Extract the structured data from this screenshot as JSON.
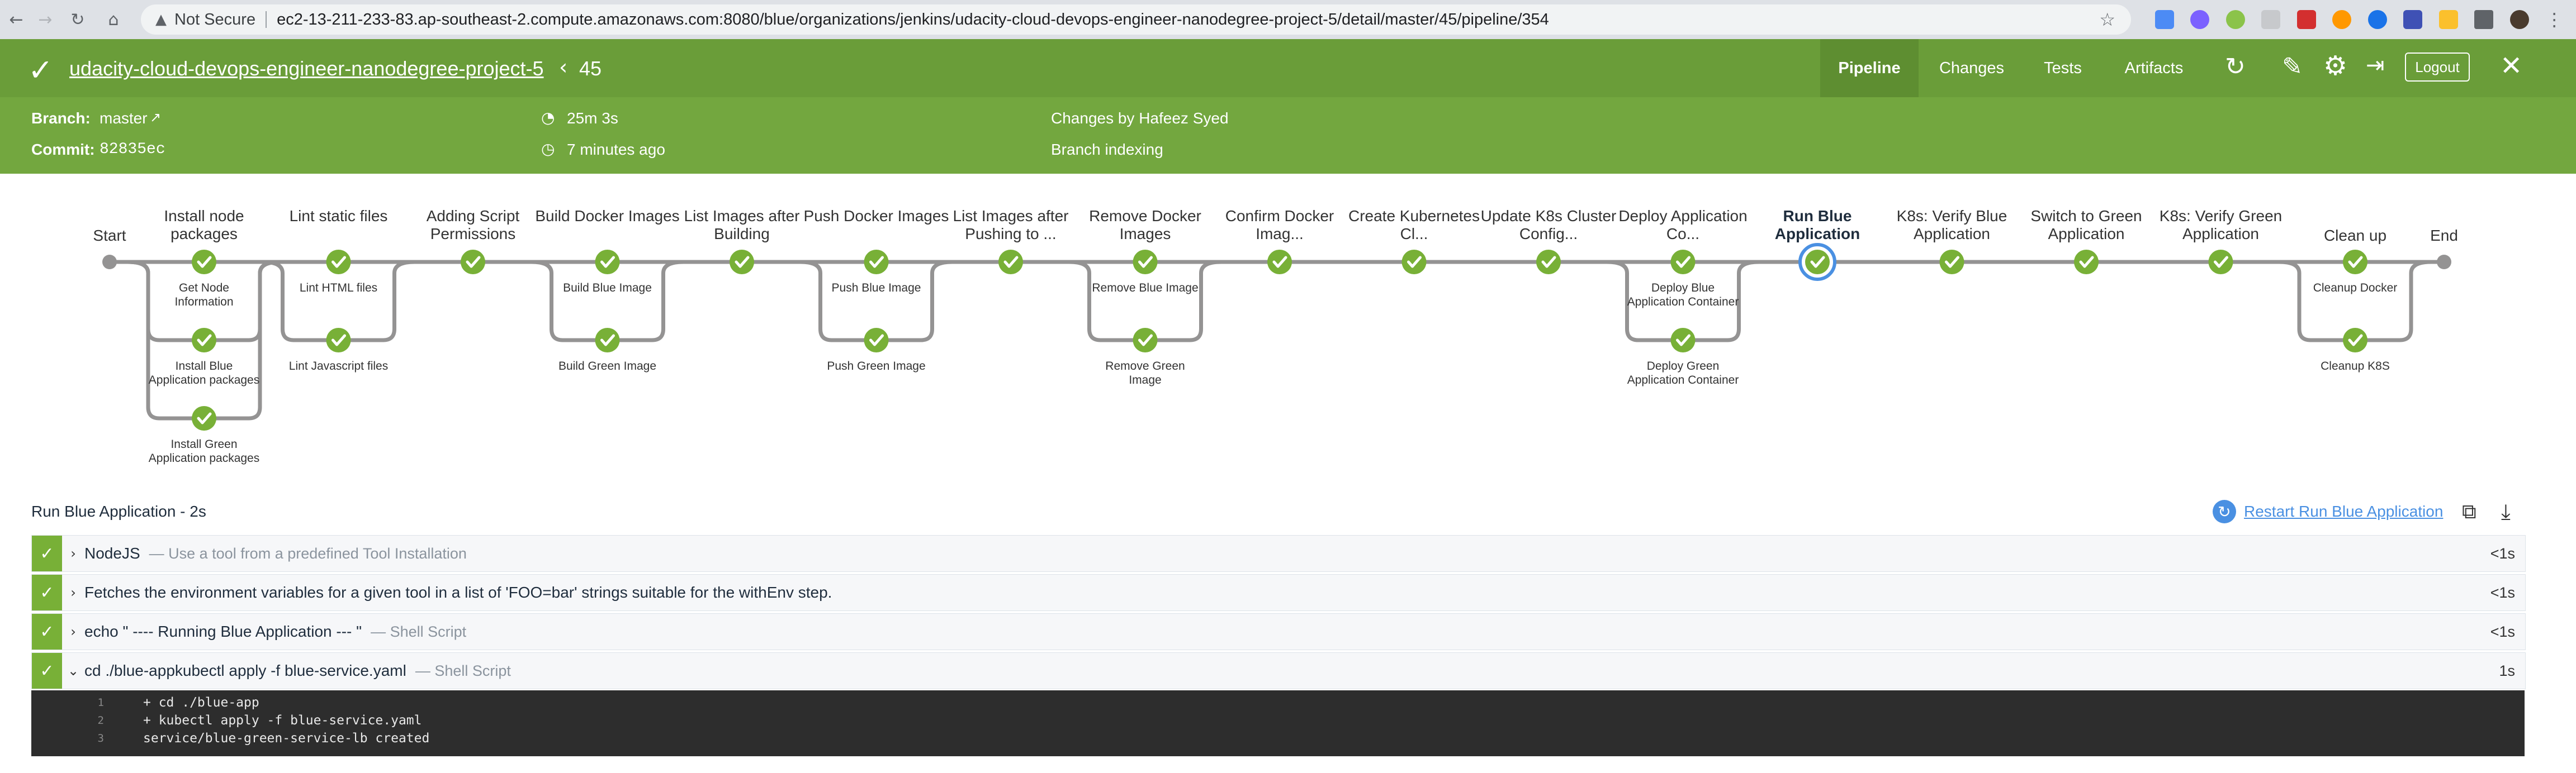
{
  "browser": {
    "security": "Not Secure",
    "url": "ec2-13-211-233-83.ap-southeast-2.compute.amazonaws.com:8080/blue/organizations/jenkins/udacity-cloud-devops-engineer-nanodegree-project-5/detail/master/45/pipeline/354"
  },
  "header": {
    "pipeline_name": "udacity-cloud-devops-engineer-nanodegree-project-5",
    "run_number": "45",
    "tabs": [
      "Pipeline",
      "Changes",
      "Tests",
      "Artifacts"
    ],
    "logout": "Logout"
  },
  "run_info": {
    "branch_label": "Branch:",
    "branch": "master",
    "commit_label": "Commit:",
    "commit": "82835ec",
    "duration": "25m 3s",
    "time_ago": "7 minutes ago",
    "changes": "Changes by Hafeez Syed",
    "cause": "Branch indexing"
  },
  "graph": {
    "start": "Start",
    "end": "End",
    "stages": [
      {
        "label": "Install node packages",
        "subs": [
          "Get Node Information",
          "Install Blue Application packages",
          "Install Green Application packages"
        ]
      },
      {
        "label": "Lint static files",
        "subs": [
          "Lint HTML files",
          "Lint Javascript files"
        ]
      },
      {
        "label": "Adding Script Permissions",
        "subs": []
      },
      {
        "label": "Build Docker Images",
        "subs": [
          "Build Blue Image",
          "Build Green Image"
        ]
      },
      {
        "label": "List Images after Building",
        "subs": []
      },
      {
        "label": "Push Docker Images",
        "subs": [
          "Push Blue Image",
          "Push Green Image"
        ]
      },
      {
        "label": "List Images after Pushing to ...",
        "subs": []
      },
      {
        "label": "Remove Docker Images",
        "subs": [
          "Remove Blue Image",
          "Remove Green Image"
        ]
      },
      {
        "label": "Confirm Docker Imag...",
        "subs": []
      },
      {
        "label": "Create Kubernetes Cl...",
        "subs": []
      },
      {
        "label": "Update K8s Cluster Config...",
        "subs": []
      },
      {
        "label": "Deploy Application Co...",
        "subs": [
          "Deploy Blue Application Container",
          "Deploy Green Application Container"
        ]
      },
      {
        "label": "Run Blue Application",
        "subs": [],
        "selected": true
      },
      {
        "label": "K8s: Verify Blue Application",
        "subs": []
      },
      {
        "label": "Switch to Green Application",
        "subs": []
      },
      {
        "label": "K8s: Verify Green Application",
        "subs": []
      },
      {
        "label": "Clean up",
        "subs": [
          "Cleanup Docker",
          "Cleanup K8S"
        ]
      }
    ]
  },
  "log": {
    "title": "Run Blue Application - 2s",
    "restart": "Restart Run Blue Application",
    "steps": [
      {
        "text": "NodeJS",
        "desc": "— Use a tool from a predefined Tool Installation",
        "duration": "<1s",
        "expanded": false
      },
      {
        "text": "Fetches the environment variables for a given tool in a list of 'FOO=bar' strings suitable for the withEnv step.",
        "desc": "",
        "duration": "<1s",
        "expanded": false
      },
      {
        "text": "echo \" ---- Running Blue Application --- \"",
        "desc": "— Shell Script",
        "duration": "<1s",
        "expanded": false
      },
      {
        "text": "cd ./blue-appkubectl apply -f blue-service.yaml",
        "desc": "— Shell Script",
        "duration": "1s",
        "expanded": true
      }
    ],
    "console": [
      {
        "n": "1",
        "t": "+ cd ./blue-app"
      },
      {
        "n": "2",
        "t": "+ kubectl apply -f blue-service.yaml"
      },
      {
        "n": "3",
        "t": "service/blue-green-service-lb created"
      }
    ]
  },
  "colors": {
    "header": "#6a9d39",
    "info": "#73a73f",
    "success": "#78b037",
    "selected_ring": "#4a90e2"
  }
}
